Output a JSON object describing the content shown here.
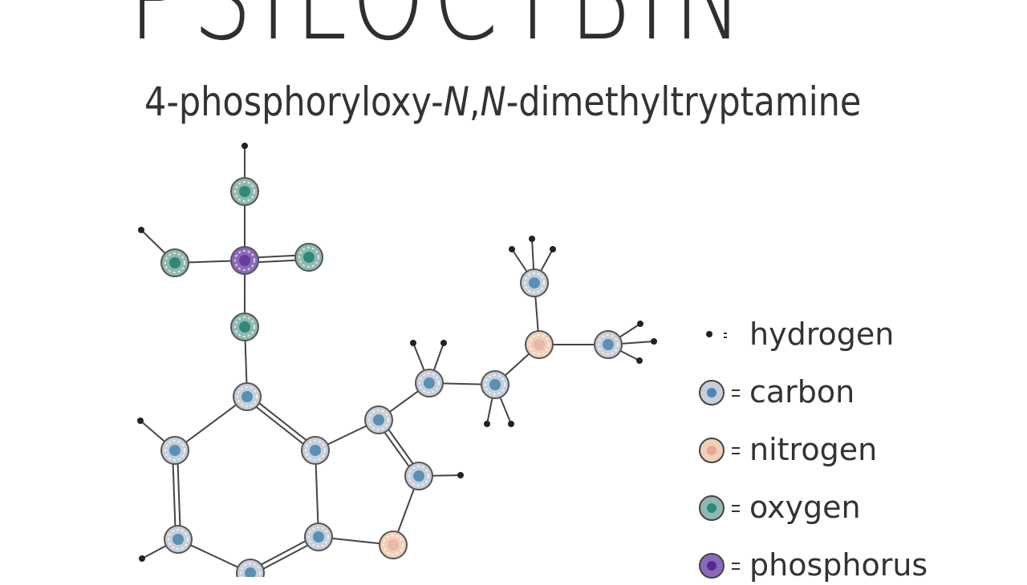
{
  "title": "PSILOCYBIN",
  "subtitle": {
    "prefix": "4-phosphoryloxy-",
    "n1": "N",
    "sep": ",",
    "n2": "N",
    "suffix": "-dimethyltryptamine"
  },
  "legend": [
    {
      "element": "hydrogen",
      "symbol": "•",
      "eq": "=",
      "label": "hydrogen",
      "color": "#222222"
    },
    {
      "element": "carbon",
      "eq": "=",
      "label": "carbon",
      "color": "#5a8fb8"
    },
    {
      "element": "nitrogen",
      "eq": "=",
      "label": "nitrogen",
      "color": "#e8b8a8"
    },
    {
      "element": "oxygen",
      "eq": "=",
      "label": "oxygen",
      "color": "#2e8a78"
    },
    {
      "element": "phosphorus",
      "eq": "=",
      "label": "phosphorus",
      "color": "#6a3a9a"
    }
  ]
}
